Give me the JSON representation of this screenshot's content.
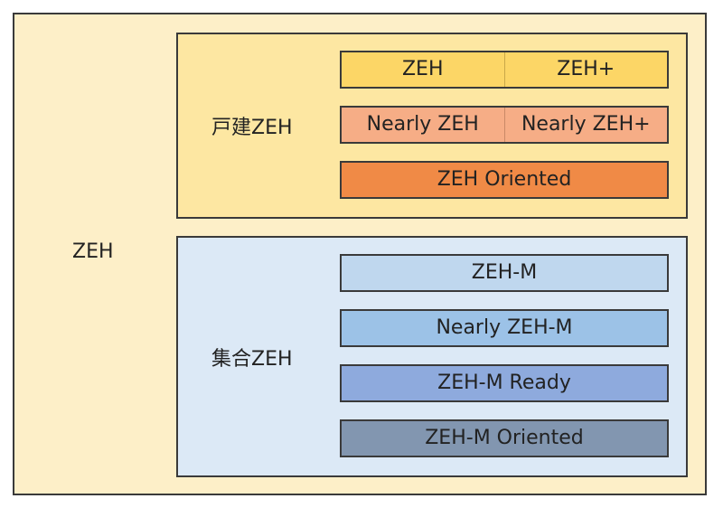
{
  "colors": {
    "outer_bg": "#fdefc8",
    "detached_bg": "#fde7a2",
    "detached_row1": "#fcd666",
    "detached_row2": "#f6ad86",
    "detached_row3": "#f08a46",
    "condo_bg": "#dce9f6",
    "condo_row1": "#bfd7ee",
    "condo_row2": "#9cc2e7",
    "condo_row3": "#8eaadd",
    "condo_row4": "#8296b0",
    "border": "#3a3a3a"
  },
  "outer": {
    "label": "ZEH"
  },
  "detached": {
    "label": "戸建ZEH",
    "rows": [
      {
        "left": "ZEH",
        "right": "ZEH+"
      },
      {
        "left": "Nearly ZEH",
        "right": "Nearly ZEH+"
      }
    ],
    "oriented": "ZEH Oriented"
  },
  "condo": {
    "label": "集合ZEH",
    "items": [
      "ZEH-M",
      "Nearly ZEH-M",
      "ZEH-M Ready",
      "ZEH-M Oriented"
    ]
  }
}
